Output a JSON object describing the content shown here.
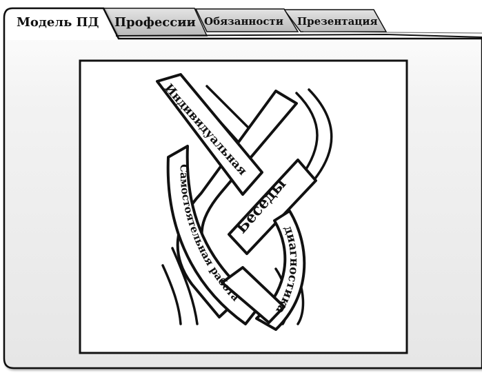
{
  "tabs": [
    {
      "label": "Модель ПД",
      "active": true
    },
    {
      "label": "Профессии",
      "active": false
    },
    {
      "label": "Обязанности",
      "active": false
    },
    {
      "label": "Презентация",
      "active": false
    }
  ],
  "figure": {
    "strands": [
      "Индивидуальная",
      "Беседы",
      "Самостоятельная работа",
      "диагностика"
    ]
  },
  "colors": {
    "panel": "#ececec",
    "tab_inactive": "#cfcfcf",
    "outline": "#111111"
  }
}
